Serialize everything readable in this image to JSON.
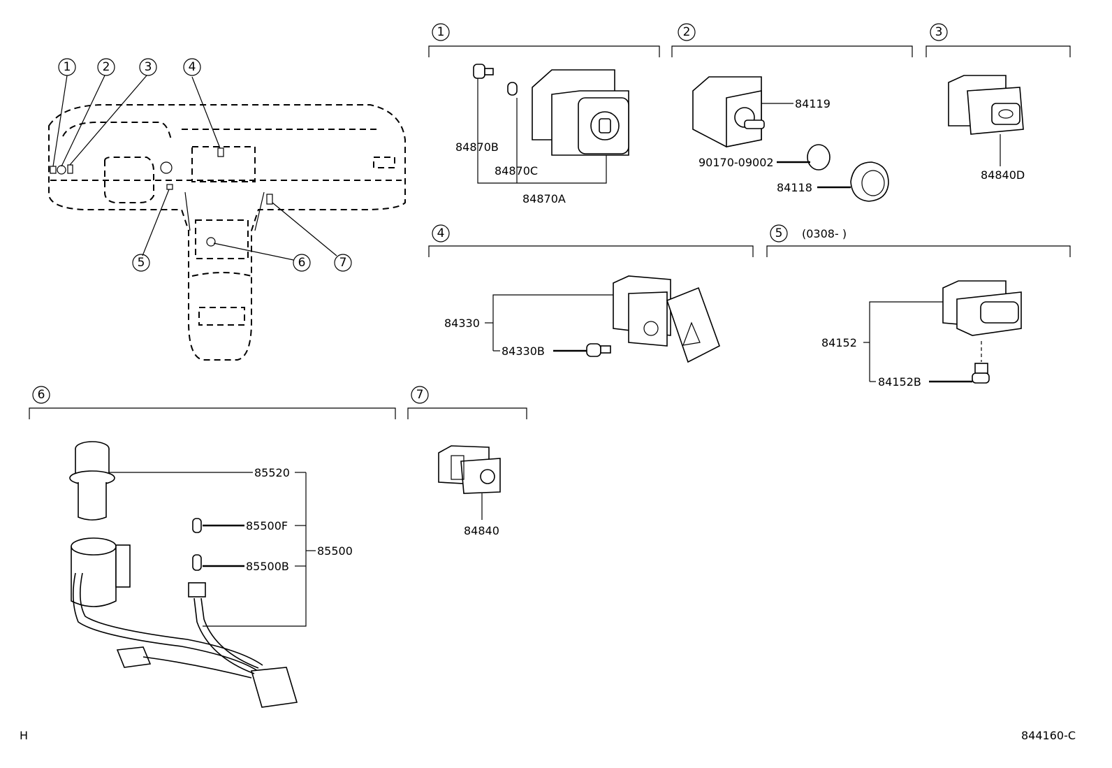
{
  "groups": {
    "g1": "1",
    "g2": "2",
    "g3": "3",
    "g4": "4",
    "g5": "5",
    "g5_date": "(0308-      )",
    "g6": "6",
    "g7": "7"
  },
  "overview": {
    "c1": "1",
    "c2": "2",
    "c3": "3",
    "c4": "4",
    "c5": "5",
    "c6": "6",
    "c7": "7"
  },
  "parts": {
    "p84870B": "84870B",
    "p84870C": "84870C",
    "p84870A": "84870A",
    "p84119": "84119",
    "p90170": "90170-09002",
    "p84118": "84118",
    "p84840D": "84840D",
    "p84330": "84330",
    "p84330B": "84330B",
    "p84152": "84152",
    "p84152B": "84152B",
    "p85520": "85520",
    "p85500F": "85500F",
    "p85500B": "85500B",
    "p85500": "85500",
    "p84840": "84840"
  },
  "footer": {
    "left": "H",
    "right": "844160-C"
  }
}
